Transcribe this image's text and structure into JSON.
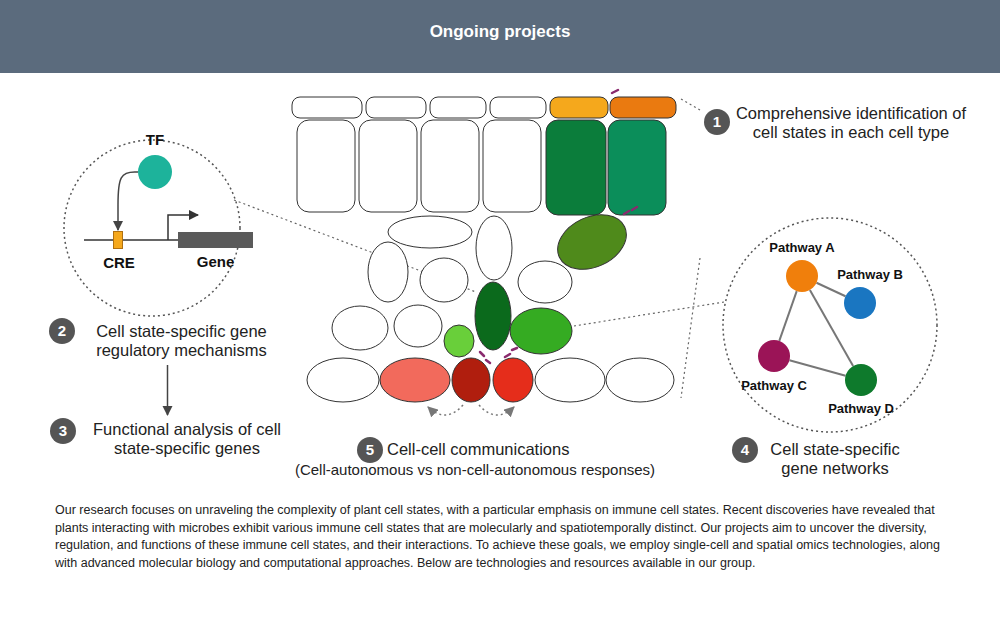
{
  "diagram": {
    "title": "Ongoing projects",
    "caption": "Our research focuses on unraveling the complexity of plant cell states, with a particular emphasis on immune cell states. Recent discoveries have revealed that plants interacting with microbes exhibit various immune cell states that are molecularly and spatiotemporally distinct. Our projects aim to uncover the diversity, regulation, and functions of these immune cell states, and their interactions. To achieve these goals, we employ single-cell and spatial omics technologies, along with advanced molecular biology and computational approaches. Below are technologies and resources available in our group.",
    "nodes": [
      {
        "text": [
          "1",
          "Comprehensive identification of cell states in each cell type"
        ]
      },
      {
        "text": [
          "TF"
        ]
      },
      {
        "text": [
          "CRE"
        ]
      },
      {
        "text": [
          "Gene"
        ]
      },
      {
        "text": [
          "2",
          "Cell state-specific gene regulatory mechanisms"
        ]
      },
      {
        "text": [
          "Pathway A"
        ]
      },
      {
        "text": [
          "Pathway B"
        ]
      },
      {
        "text": [
          "Pathway C"
        ]
      },
      {
        "text": [
          "Pathway D"
        ]
      },
      {
        "text": [
          "3",
          "Functional analysis of cell state-specific genes"
        ]
      },
      {
        "text": [
          "5",
          "Cell-cell communications",
          "(Cell-autonomous vs non-cell-autonomous responses)"
        ]
      },
      {
        "text": [
          "4",
          "Cell state-specific gene networks"
        ]
      }
    ],
    "edges": [
      {
        "from": 1,
        "to": 2,
        "arrow": "to"
      },
      {
        "from": 4,
        "to": 9,
        "arrow": "to"
      },
      {
        "from": 5,
        "to": 6,
        "arrow": "none"
      },
      {
        "from": 5,
        "to": 7,
        "arrow": "none"
      },
      {
        "from": 5,
        "to": 8,
        "arrow": "none"
      },
      {
        "from": 7,
        "to": 8,
        "arrow": "none"
      }
    ]
  }
}
